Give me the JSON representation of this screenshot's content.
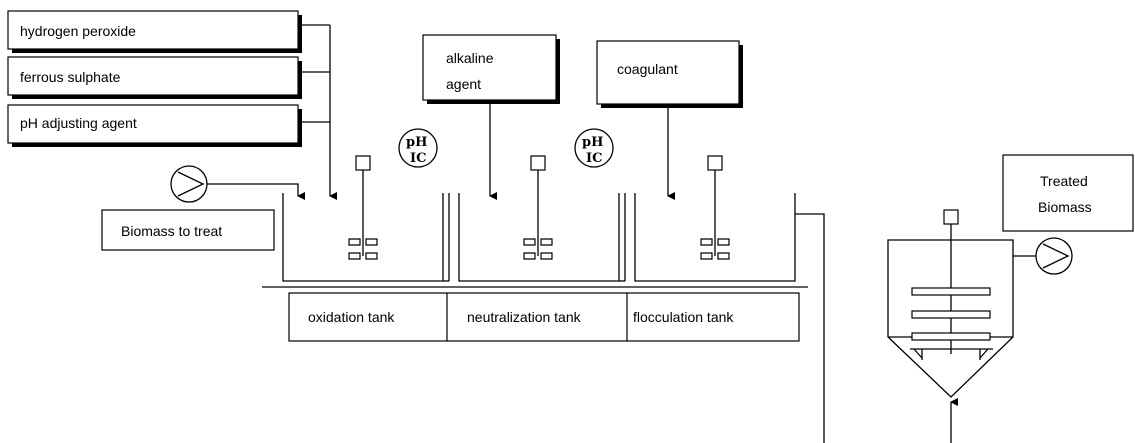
{
  "inputs": {
    "hydrogen_peroxide": "hydrogen peroxide",
    "ferrous_sulphate": "ferrous sulphate",
    "ph_adjusting_agent": "pH adjusting agent"
  },
  "feed": {
    "biomass_to_treat": "Biomass to treat"
  },
  "reagents": {
    "alkaline_line1": "alkaline",
    "alkaline_line2": "agent",
    "coagulant": "coagulant"
  },
  "tanks": {
    "oxidation": "oxidation tank",
    "neutralization": "neutralization tank",
    "flocculation": "flocculation tank"
  },
  "controllers": {
    "ph_top": "pH",
    "ic": "IC"
  },
  "output": {
    "treated_line1": "Treated",
    "treated_line2": "Biomass"
  }
}
